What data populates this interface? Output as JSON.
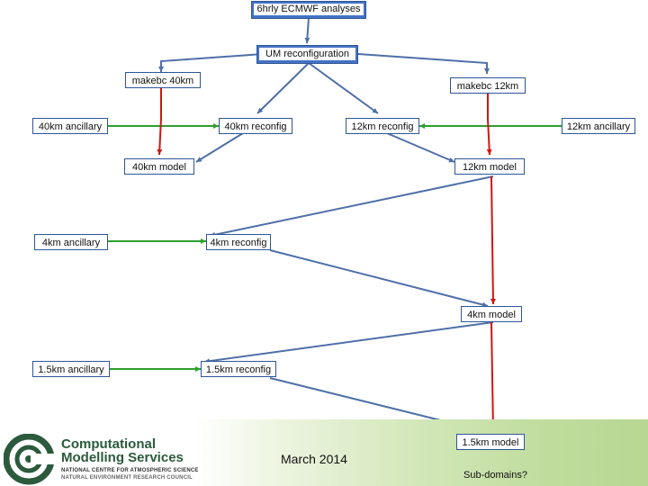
{
  "nodes": {
    "ecmwf": "6hrly ECMWF analyses",
    "um_reconfig": "UM reconfiguration",
    "makebc_40": "makebc 40km",
    "makebc_12": "makebc 12km",
    "anc_40": "40km ancillary",
    "reconfig_40": "40km reconfig",
    "reconfig_12": "12km reconfig",
    "anc_12": "12km ancillary",
    "model_40": "40km model",
    "model_12": "12km model",
    "anc_4": "4km ancillary",
    "reconfig_4": "4km reconfig",
    "model_4": "4km model",
    "anc_15": "1.5km ancillary",
    "reconfig_15": "1.5km reconfig",
    "model_15": "1.5km model"
  },
  "footer": {
    "logo_line1": "Computational",
    "logo_line2": "Modelling Services",
    "logo_sub1": "NATIONAL CENTRE FOR ATMOSPHERIC SCIENCE",
    "logo_sub2": "NATURAL ENVIRONMENT RESEARCH COUNCIL",
    "date": "March 2014",
    "subdomains": "Sub-domains?"
  },
  "colors": {
    "blue_arrow": "#4f6fa8",
    "red_arrow": "#d01515",
    "green_arrow": "#2ea02e",
    "logo_green": "#2b5a3c"
  }
}
